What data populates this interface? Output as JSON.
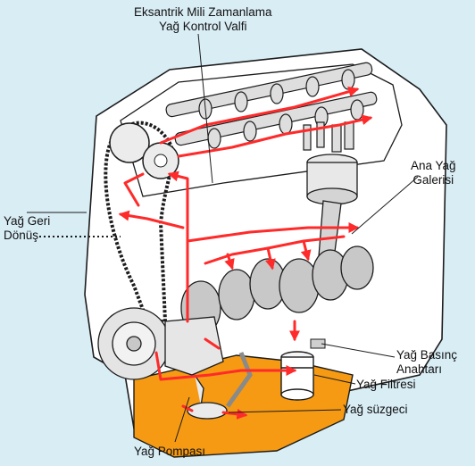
{
  "labels": {
    "vvt_valve": {
      "line1": "Eksantrik Mili Zamanlama",
      "line2": "Yağ Kontrol Valfi"
    },
    "main_gallery": {
      "line1": "Ana Yağ",
      "line2": "Galerisi"
    },
    "oil_return": {
      "line1": "Yağ Geri",
      "line2": "Dönüş"
    },
    "pressure_switch": {
      "line1": "Yağ Basınç",
      "line2": "Anahtarı"
    },
    "oil_filter": "Yağ Filtresi",
    "oil_strainer": "Yağ süzgeci",
    "oil_pump": "Yağ Pompası"
  },
  "colors": {
    "background": "#d9edf5",
    "engine_block": "#ffffff",
    "outline": "#1c1c1c",
    "oil_flow": "#ff2a2a",
    "oil_sump": "#f59a12"
  }
}
